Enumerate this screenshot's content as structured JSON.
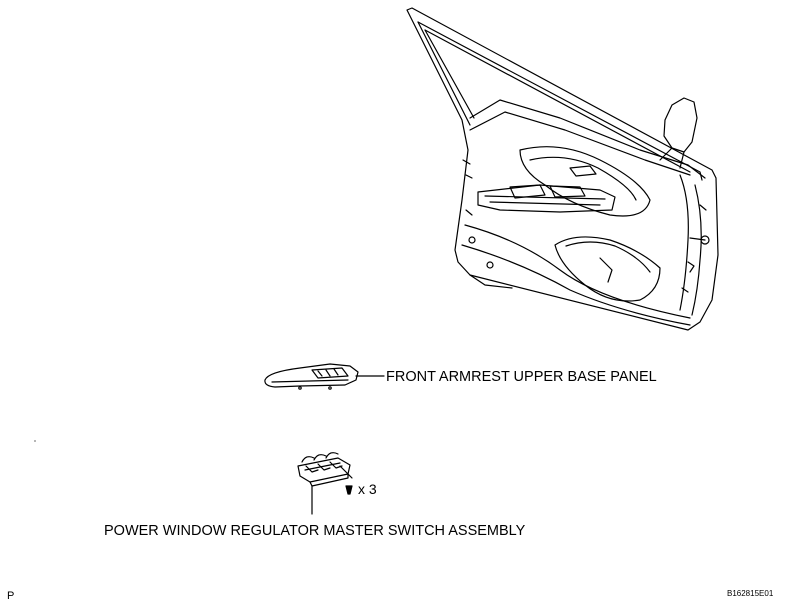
{
  "labels": {
    "armrest_panel": "FRONT ARMREST UPPER BASE PANEL",
    "master_switch": "POWER WINDOW REGULATOR MASTER SWITCH ASSEMBLY",
    "screw_quantity": "x 3",
    "figure_code": "B162815E01",
    "corner_mark": "P"
  },
  "icons": [
    "door-trim-drawing",
    "armrest-panel-drawing",
    "master-switch-drawing",
    "screw-icon"
  ]
}
